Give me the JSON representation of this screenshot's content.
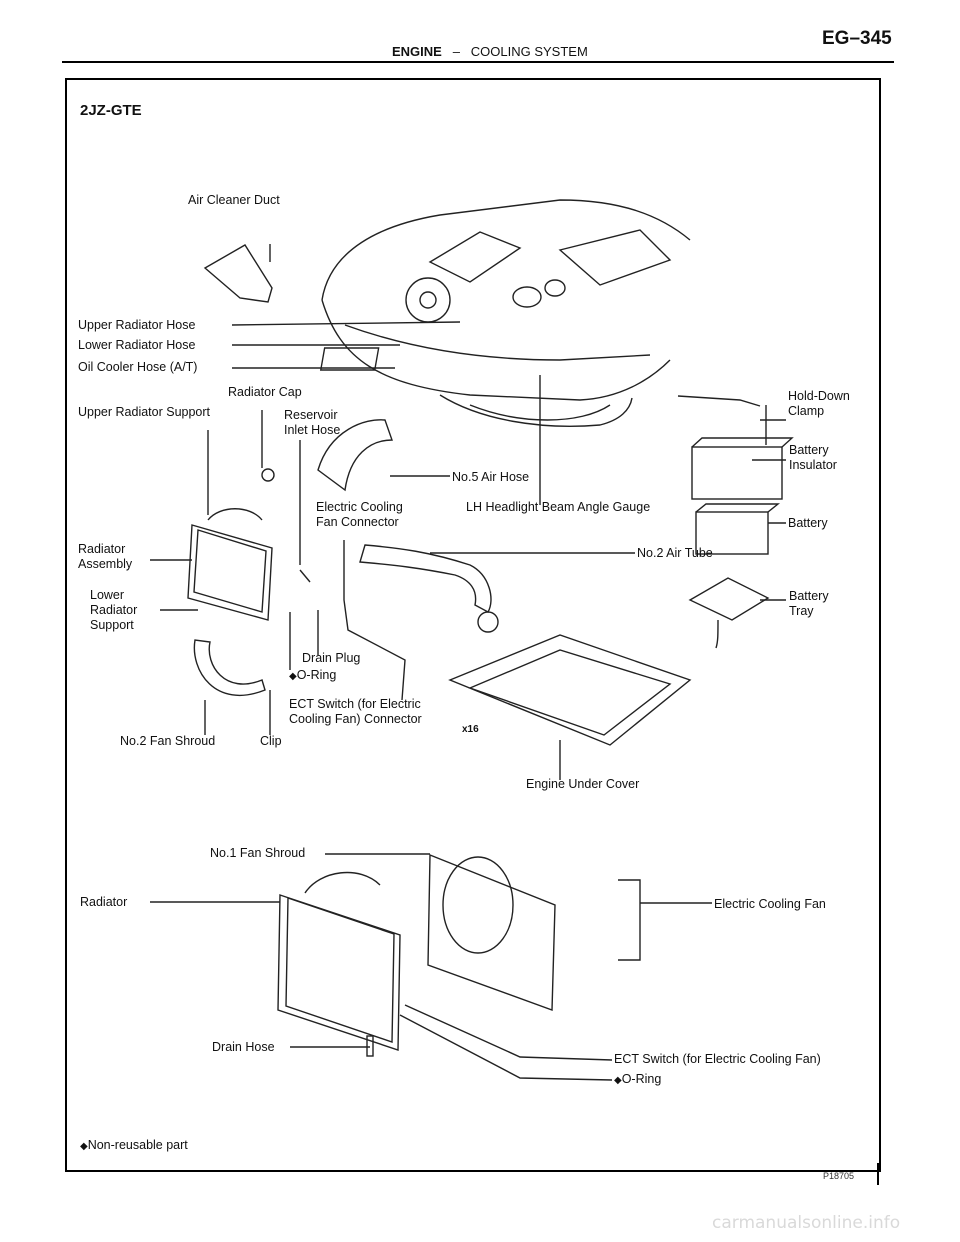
{
  "header": {
    "section": "ENGINE",
    "separator": "–",
    "subsection": "COOLING SYSTEM",
    "page": "EG–345"
  },
  "diagram": {
    "model": "2JZ-GTE",
    "labels": {
      "air_cleaner_duct": "Air Cleaner Duct",
      "upper_radiator_hose": "Upper Radiator Hose",
      "lower_radiator_hose": "Lower Radiator Hose",
      "oil_cooler_hose": "Oil Cooler Hose (A/T)",
      "radiator_cap": "Radiator Cap",
      "upper_radiator_support": "Upper Radiator Support",
      "reservoir_inlet_hose": "Reservoir Inlet Hose",
      "no5_air_hose": "No.5 Air Hose",
      "electric_cooling_fan_connector": "Electric Cooling Fan Connector",
      "lh_headlight_gauge": "LH Headlight Beam Angle Gauge",
      "hold_down_clamp": "Hold-Down Clamp",
      "battery_insulator": "Battery Insulator",
      "battery": "Battery",
      "radiator_assembly": "Radiator Assembly",
      "no2_air_tube": "No.2 Air Tube",
      "lower_radiator_support": "Lower Radiator Support",
      "battery_tray": "Battery Tray",
      "drain_plug": "Drain Plug",
      "o_ring_1": "O-Ring",
      "ect_switch_connector": "ECT Switch (for Electric Cooling Fan) Connector",
      "bolt_count": "x16",
      "no2_fan_shroud": "No.2 Fan Shroud",
      "clip": "Clip",
      "engine_under_cover": "Engine Under Cover",
      "no1_fan_shroud": "No.1 Fan Shroud",
      "radiator": "Radiator",
      "electric_cooling_fan": "Electric Cooling Fan",
      "drain_hose": "Drain Hose",
      "ect_switch": "ECT Switch (for Electric Cooling Fan)",
      "o_ring_2": "O-Ring",
      "legend": "Non-reusable part"
    },
    "figure_code": "P18705"
  },
  "watermark": "carmanualsonline.info"
}
